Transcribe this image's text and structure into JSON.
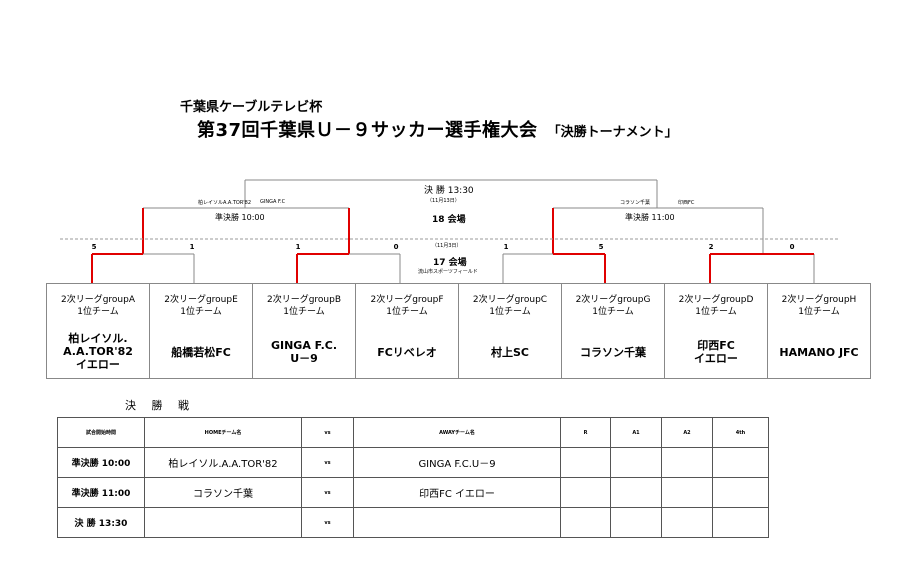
{
  "header": {
    "subtitle": "千葉県ケーブルテレビ杯",
    "title": "第37回千葉県Ｕ－９サッカー選手権大会",
    "title_suffix": "「決勝トーナメント」"
  },
  "bracket": {
    "final": {
      "label": "決 勝 13:30",
      "date": "（11月13日）"
    },
    "venue_18": "18 会場",
    "semi_left": {
      "label": "準決勝 10:00",
      "team_a": "柏レイソルA.A.TOR'82",
      "team_b": "GINGA F.C"
    },
    "semi_right": {
      "label": "準決勝 11:00",
      "team_a": "コラソン千葉",
      "team_b": "印西FC"
    },
    "r1_date": "（11月3日）",
    "venue_17": "17 会場",
    "venue_17_place": "流山市スポーツフィールド",
    "scores": [
      "5",
      "1",
      "1",
      "0",
      "1",
      "5",
      "2",
      "0"
    ]
  },
  "teams": [
    {
      "group": "2次リーグgroupA",
      "rank": "1位チーム",
      "name": [
        "柏レイソル.",
        "A.A.TOR'82",
        "イエロー"
      ]
    },
    {
      "group": "2次リーグgroupE",
      "rank": "1位チーム",
      "name": [
        "船橋若松FC"
      ]
    },
    {
      "group": "2次リーグgroupB",
      "rank": "1位チーム",
      "name": [
        "GINGA F.C.",
        "U－9"
      ]
    },
    {
      "group": "2次リーグgroupF",
      "rank": "1位チーム",
      "name": [
        "FCリベレオ"
      ]
    },
    {
      "group": "2次リーグgroupC",
      "rank": "1位チーム",
      "name": [
        "村上SC"
      ]
    },
    {
      "group": "2次リーグgroupG",
      "rank": "1位チーム",
      "name": [
        "コラソン千葉"
      ]
    },
    {
      "group": "2次リーグgroupD",
      "rank": "1位チーム",
      "name": [
        "印西FC",
        "イエロー"
      ]
    },
    {
      "group": "2次リーグgroupH",
      "rank": "1位チーム",
      "name": [
        "HAMANO JFC"
      ]
    }
  ],
  "schedule": {
    "section_label": "決 勝 戦",
    "headers": [
      "試合開始時間",
      "HOMEチーム名",
      "vs",
      "AWAYチーム名",
      "R",
      "A1",
      "A2",
      "4th"
    ],
    "rows": [
      {
        "time": "準決勝 10:00",
        "home": "柏レイソル.A.A.TOR'82",
        "vs": "vs",
        "away": "GINGA F.C.U－9"
      },
      {
        "time": "準決勝 11:00",
        "home": "コラソン千葉",
        "vs": "vs",
        "away": "印西FC イエロー"
      },
      {
        "time": "決 勝 13:30",
        "home": "",
        "vs": "vs",
        "away": ""
      }
    ]
  },
  "colors": {
    "winner_line": "#e00000",
    "line": "#888888"
  }
}
